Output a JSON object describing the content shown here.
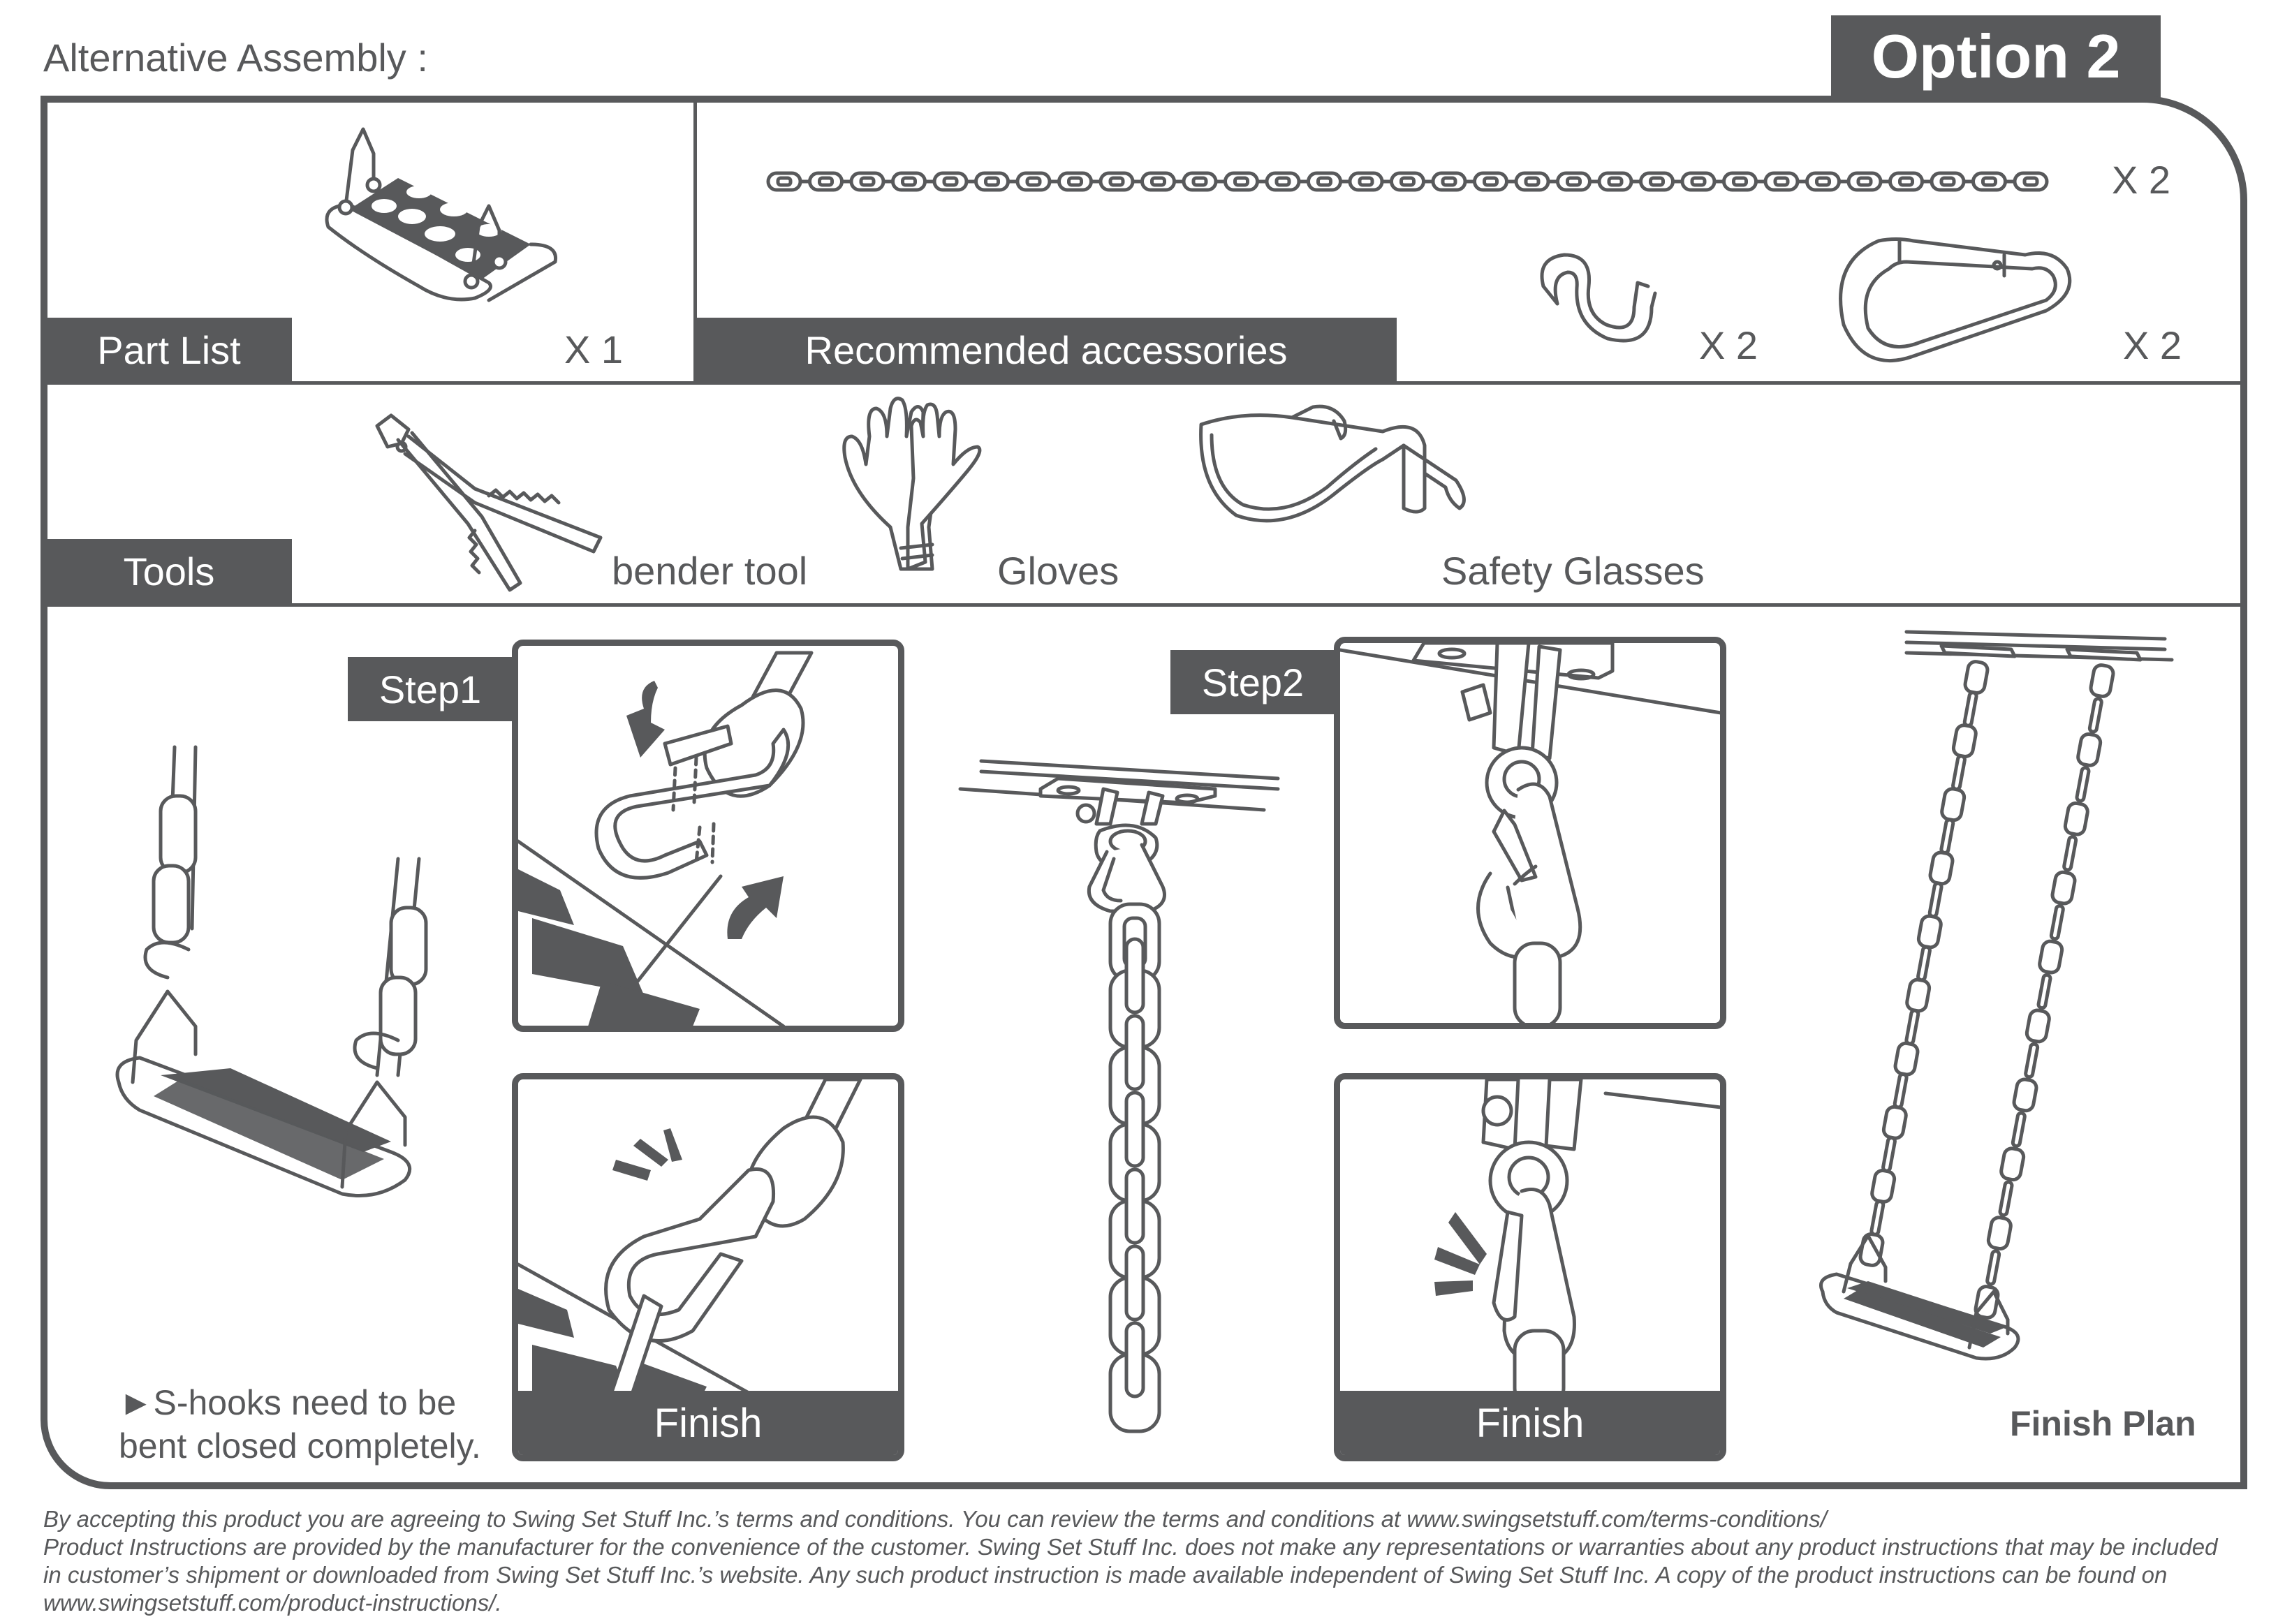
{
  "header": {
    "title": "Alternative Assembly :",
    "option_badge": "Option 2"
  },
  "part_list": {
    "label": "Part List",
    "items": [
      {
        "icon": "swing-seat-icon",
        "quantity": "X 1"
      }
    ]
  },
  "accessories": {
    "label": "Recommended accessories",
    "items": [
      {
        "icon": "chain-icon",
        "quantity": "X 2"
      },
      {
        "icon": "s-hook-icon",
        "quantity": "X 2"
      },
      {
        "icon": "carabiner-icon",
        "quantity": "X 2"
      }
    ]
  },
  "tools": {
    "label": "Tools",
    "items": [
      {
        "icon": "bender-tool-icon",
        "label": "bender tool"
      },
      {
        "icon": "gloves-icon",
        "label": "Gloves"
      },
      {
        "icon": "safety-glasses-icon",
        "label": "Safety Glasses"
      }
    ]
  },
  "steps": [
    {
      "label": "Step1",
      "finish_label": "Finish"
    },
    {
      "label": "Step2",
      "finish_label": "Finish"
    }
  ],
  "note": {
    "marker": "►",
    "line1": "S-hooks need to be",
    "line2": "bent closed completely."
  },
  "finish_plan": {
    "label": "Finish Plan"
  },
  "footer": {
    "lines": [
      "By accepting this product you are agreeing to Swing Set Stuff Inc.’s terms and conditions. You can review the terms and conditions at www.swingsetstuff.com/terms-conditions/",
      "Product Instructions are provided by the manufacturer for the convenience of the customer. Swing Set Stuff Inc. does not make any representations or warranties about any product instructions that may be included",
      "in customer’s shipment or downloaded from Swing Set Stuff Inc.’s website. Any such product instruction is made available independent of Swing Set Stuff Inc.  A copy of the product instructions can be found on",
      "www.swingsetstuff.com/product-instructions/."
    ]
  },
  "colors": {
    "primary": "#58595b",
    "background": "#ffffff"
  }
}
